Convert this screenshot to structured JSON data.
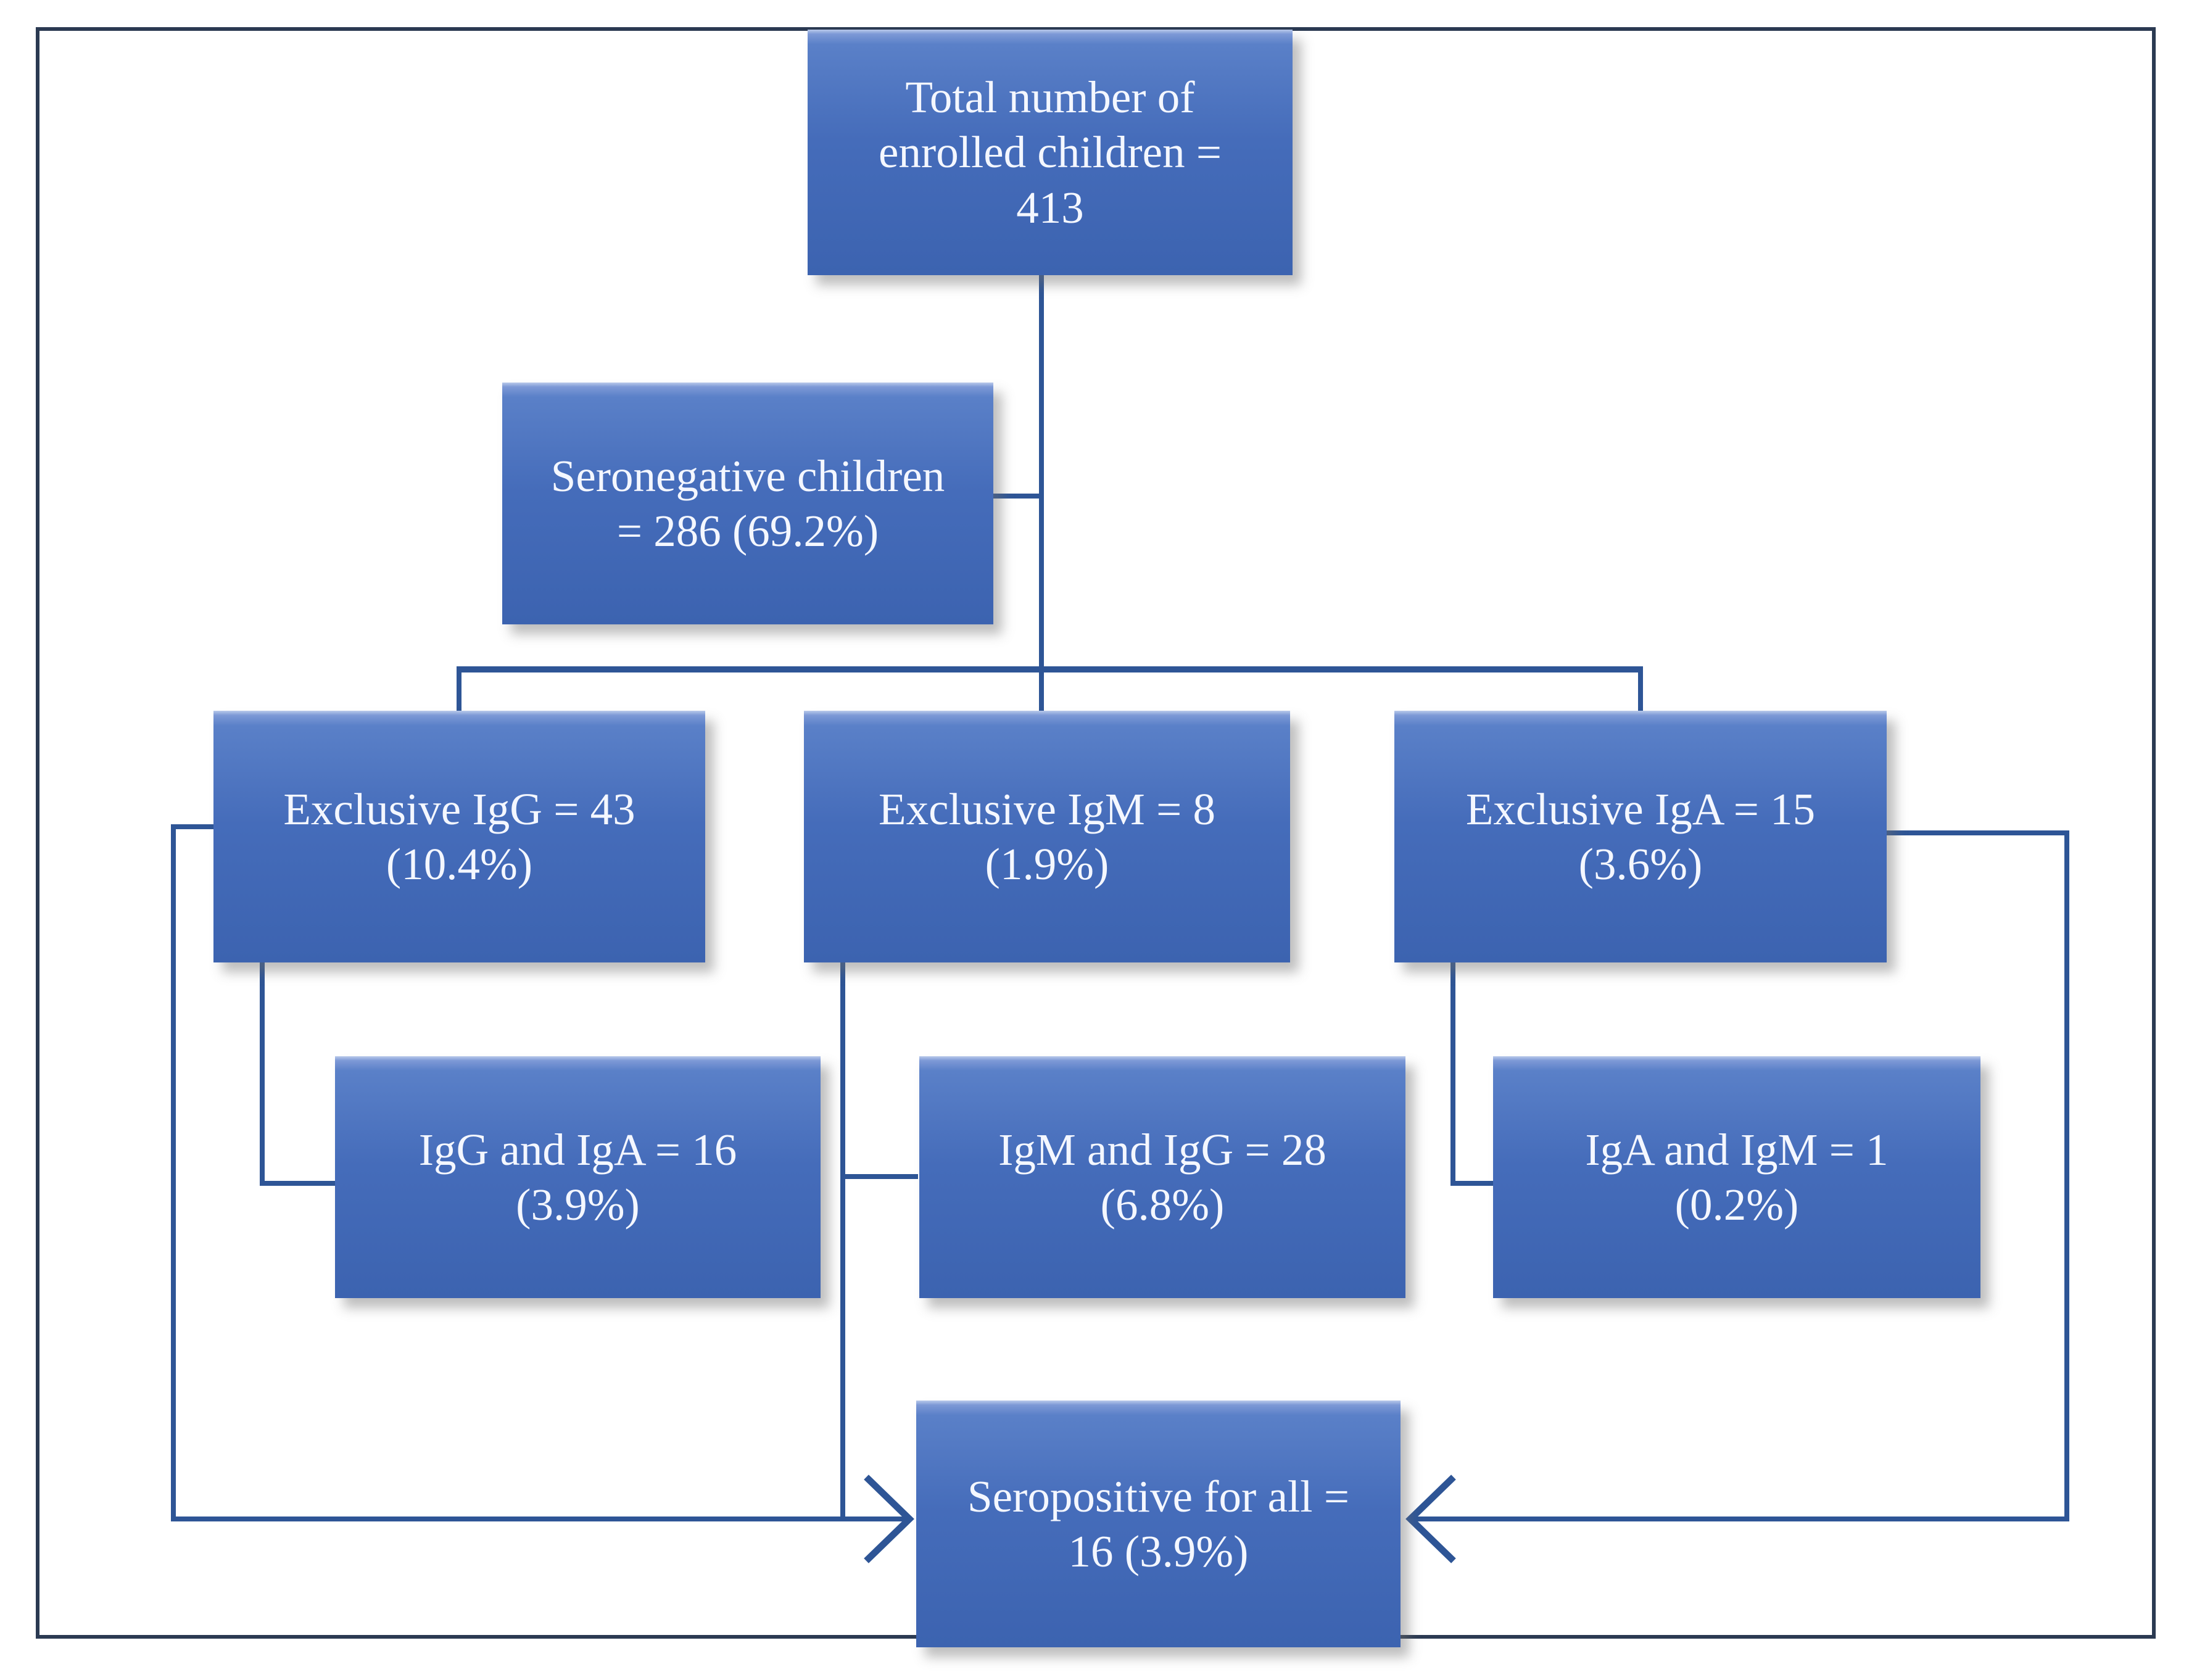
{
  "figure": {
    "type": "flowchart",
    "nodes": {
      "total_enrolled": {
        "label": "Total number of\nenrolled children =\n413",
        "count": 413
      },
      "seronegative": {
        "label": "Seronegative children\n= 286 (69.2%)",
        "count": 286,
        "percent": "69.2%"
      },
      "exclusive_igg": {
        "label": "Exclusive IgG = 43\n(10.4%)",
        "count": 43,
        "percent": "10.4%"
      },
      "exclusive_igm": {
        "label": "Exclusive IgM = 8\n(1.9%)",
        "count": 8,
        "percent": "1.9%"
      },
      "exclusive_iga": {
        "label": "Exclusive IgA = 15\n(3.6%)",
        "count": 15,
        "percent": "3.6%"
      },
      "igg_and_iga": {
        "label": "IgG and IgA = 16\n(3.9%)",
        "count": 16,
        "percent": "3.9%"
      },
      "igm_and_igg": {
        "label": "IgM and IgG = 28\n(6.8%)",
        "count": 28,
        "percent": "6.8%"
      },
      "iga_and_igm": {
        "label": "IgA and IgM = 1\n(0.2%)",
        "count": 1,
        "percent": "0.2%"
      },
      "seropositive_all": {
        "label": "Seropositive for all =\n16 (3.9%)",
        "count": 16,
        "percent": "3.9%"
      }
    }
  },
  "theme": {
    "background": "#ffffff",
    "box_fill_top": "#5a80c8",
    "box_fill": "#3c63b0",
    "box_text": "#f4f7ff",
    "connector": "#2e5596",
    "frame": "#2b3a52"
  }
}
